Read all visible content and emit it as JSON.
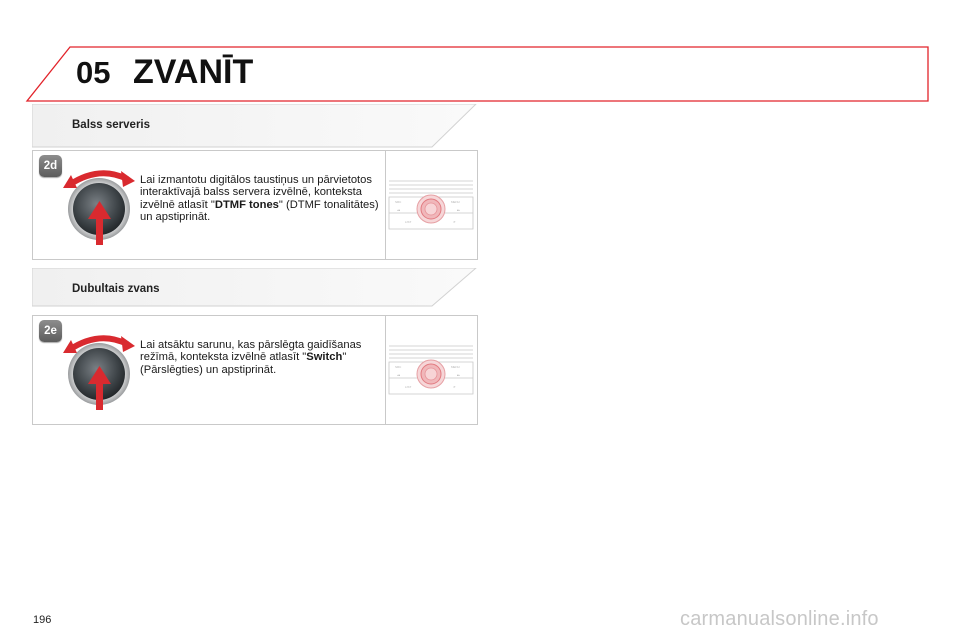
{
  "header": {
    "chapter_number": "05",
    "chapter_title": "ZVANĪT",
    "accent_color": "#e2232a"
  },
  "sections": [
    {
      "title": "Balss serveris",
      "step": "2d",
      "desc_before": "Lai izmantotu digitālos taustiņus un pārvietotos interaktīvajā balss servera izvēlnē, konteksta izvēlnē atlasīt \"",
      "desc_bold": "DTMF tones",
      "desc_after": "\" (DTMF tonalitātes) un apstiprināt."
    },
    {
      "title": "Dubultais zvans",
      "step": "2e",
      "desc_before": "Lai atsāktu sarunu, kas pārslēgta gaidīšanas režīmā, konteksta izvēlnē atlasīt \"",
      "desc_bold": "Switch",
      "desc_after": "\" (Pārslēgties) un apstiprināt."
    }
  ],
  "footer": {
    "page_number": "196",
    "watermark": "carmanualsonline.info"
  },
  "icons": [
    "rotary-knob-icon",
    "rotate-arrow-icon",
    "push-arrow-icon",
    "radio-panel-icon"
  ]
}
